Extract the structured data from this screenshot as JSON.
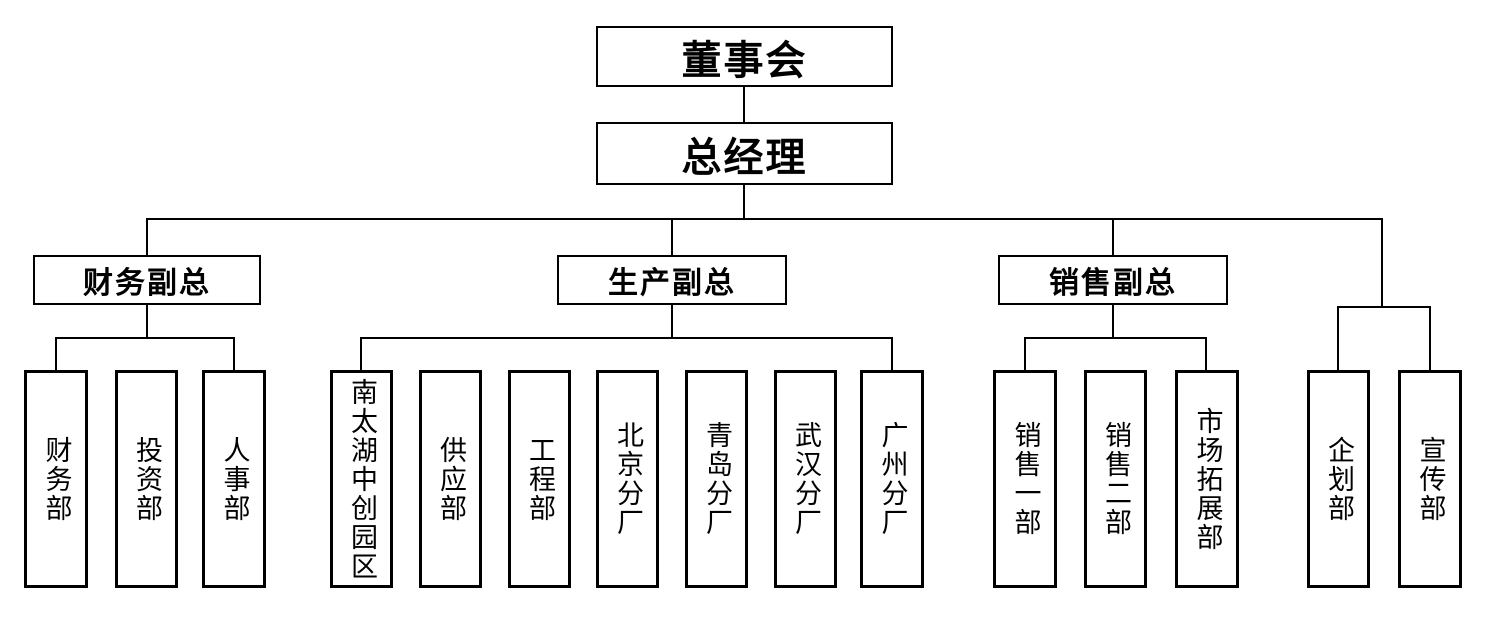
{
  "colors": {
    "background": "#ffffff",
    "line": "#000000",
    "box_border": "#000000",
    "text": "#000000"
  },
  "org_chart": {
    "type": "org-chart",
    "board": {
      "label": "董事会"
    },
    "general_manager": {
      "label": "总经理"
    },
    "vps": [
      {
        "label": "财务副总",
        "children": [
          {
            "label": "财务部"
          },
          {
            "label": "投资部"
          },
          {
            "label": "人事部"
          }
        ]
      },
      {
        "label": "生产副总",
        "children": [
          {
            "label": "南太湖中创园区"
          },
          {
            "label": "供应部"
          },
          {
            "label": "工程部"
          },
          {
            "label": "北京分厂"
          },
          {
            "label": "青岛分厂"
          },
          {
            "label": "武汉分厂"
          },
          {
            "label": "广州分厂"
          }
        ]
      },
      {
        "label": "销售副总",
        "children": [
          {
            "label": "销售一部"
          },
          {
            "label": "销售二部"
          },
          {
            "label": "市场拓展部"
          }
        ]
      }
    ],
    "staff_departments": [
      {
        "label": "企划部"
      },
      {
        "label": "宣传部"
      }
    ]
  }
}
